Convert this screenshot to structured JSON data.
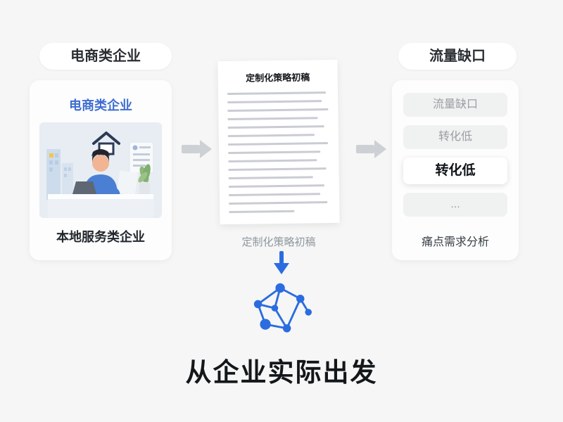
{
  "left": {
    "badge_label": "电商类企业",
    "card": {
      "title": "电商类企业",
      "caption": "本地服务类企业"
    }
  },
  "document": {
    "title": "定制化策略初稿",
    "caption": "定制化策略初稿"
  },
  "right": {
    "badge_label": "流量缺口",
    "card": {
      "items": [
        {
          "label": "流量缺口",
          "highlighted": false
        },
        {
          "label": "转化低",
          "highlighted": false
        },
        {
          "label": "转化低",
          "highlighted": true
        },
        {
          "label": "...",
          "highlighted": false
        }
      ],
      "caption": "痛点需求分析"
    }
  },
  "footer": {
    "title": "从企业实际出发"
  },
  "colors": {
    "accent_blue": "#2b6ce0",
    "card_title_blue": "#3e6cd3",
    "muted_gray": "#9aa0a4",
    "arrow_gray": "#cdd1d5",
    "text_dark": "#14171a",
    "background": "#f5f6f5"
  }
}
